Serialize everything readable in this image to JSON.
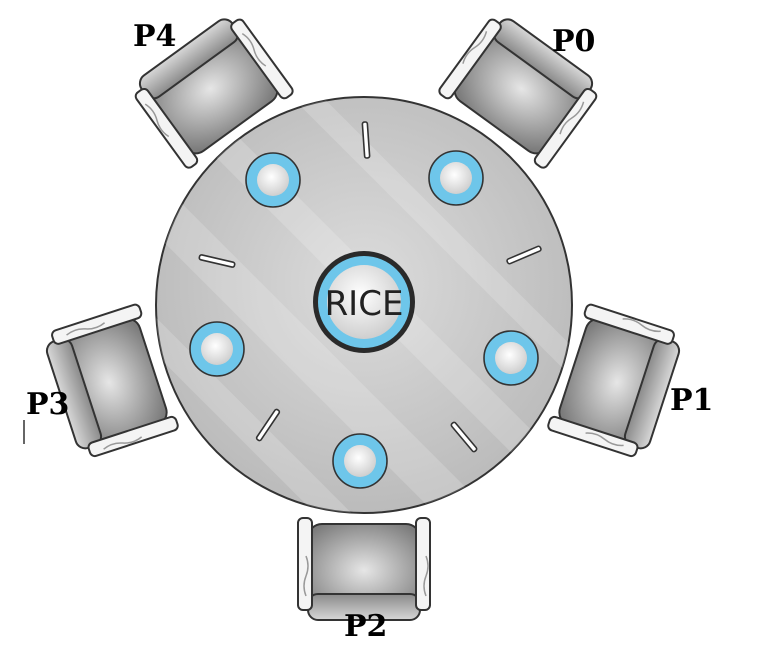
{
  "center_label": "RICE",
  "philosophers": [
    {
      "id": "p0",
      "label": "P0"
    },
    {
      "id": "p1",
      "label": "P1"
    },
    {
      "id": "p2",
      "label": "P2"
    },
    {
      "id": "p3",
      "label": "P3"
    },
    {
      "id": "p4",
      "label": "P4"
    }
  ],
  "colors": {
    "table_fill": "#c9c9c9",
    "table_stroke": "#333333",
    "plate_ring": "#6ec6ea",
    "plate_inner": "#f2f2f2",
    "chair_fill": "#a8a8a8",
    "chopstick": "#ffffff"
  }
}
